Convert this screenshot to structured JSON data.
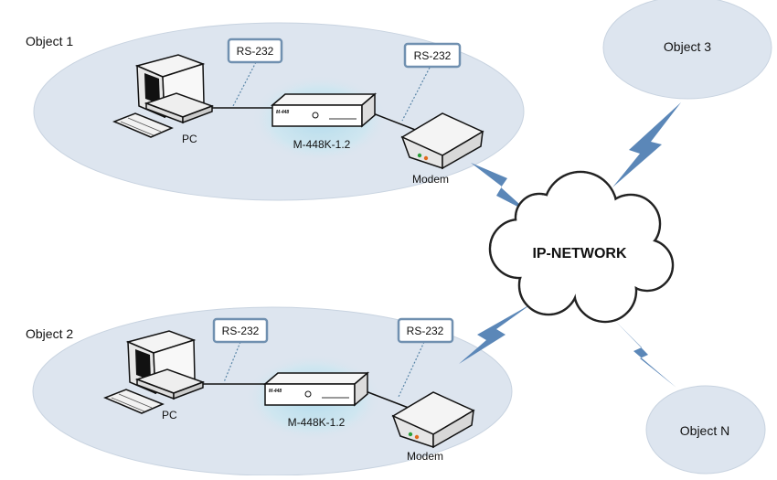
{
  "objects": [
    {
      "label": "Object 1",
      "pc": "PC",
      "tag_pc": "RS-232",
      "device": "M-448K-1.2",
      "device_badge": "M-448",
      "tag_modem": "RS-232",
      "modem": "Modem"
    },
    {
      "label": "Object 2",
      "pc": "PC",
      "tag_pc": "RS-232",
      "device": "M-448K-1.2",
      "device_badge": "M-448",
      "tag_modem": "RS-232",
      "modem": "Modem"
    }
  ],
  "remote": [
    {
      "label": "Object 3"
    },
    {
      "label": "Object N"
    }
  ],
  "network": {
    "label": "IP-NETWORK"
  },
  "colors": {
    "ellipse": "#dde5ef",
    "tag_border": "#7090b0",
    "bolt": "#5b87b8",
    "glow": "#bfe0ee",
    "connector": "#5a86a8"
  }
}
